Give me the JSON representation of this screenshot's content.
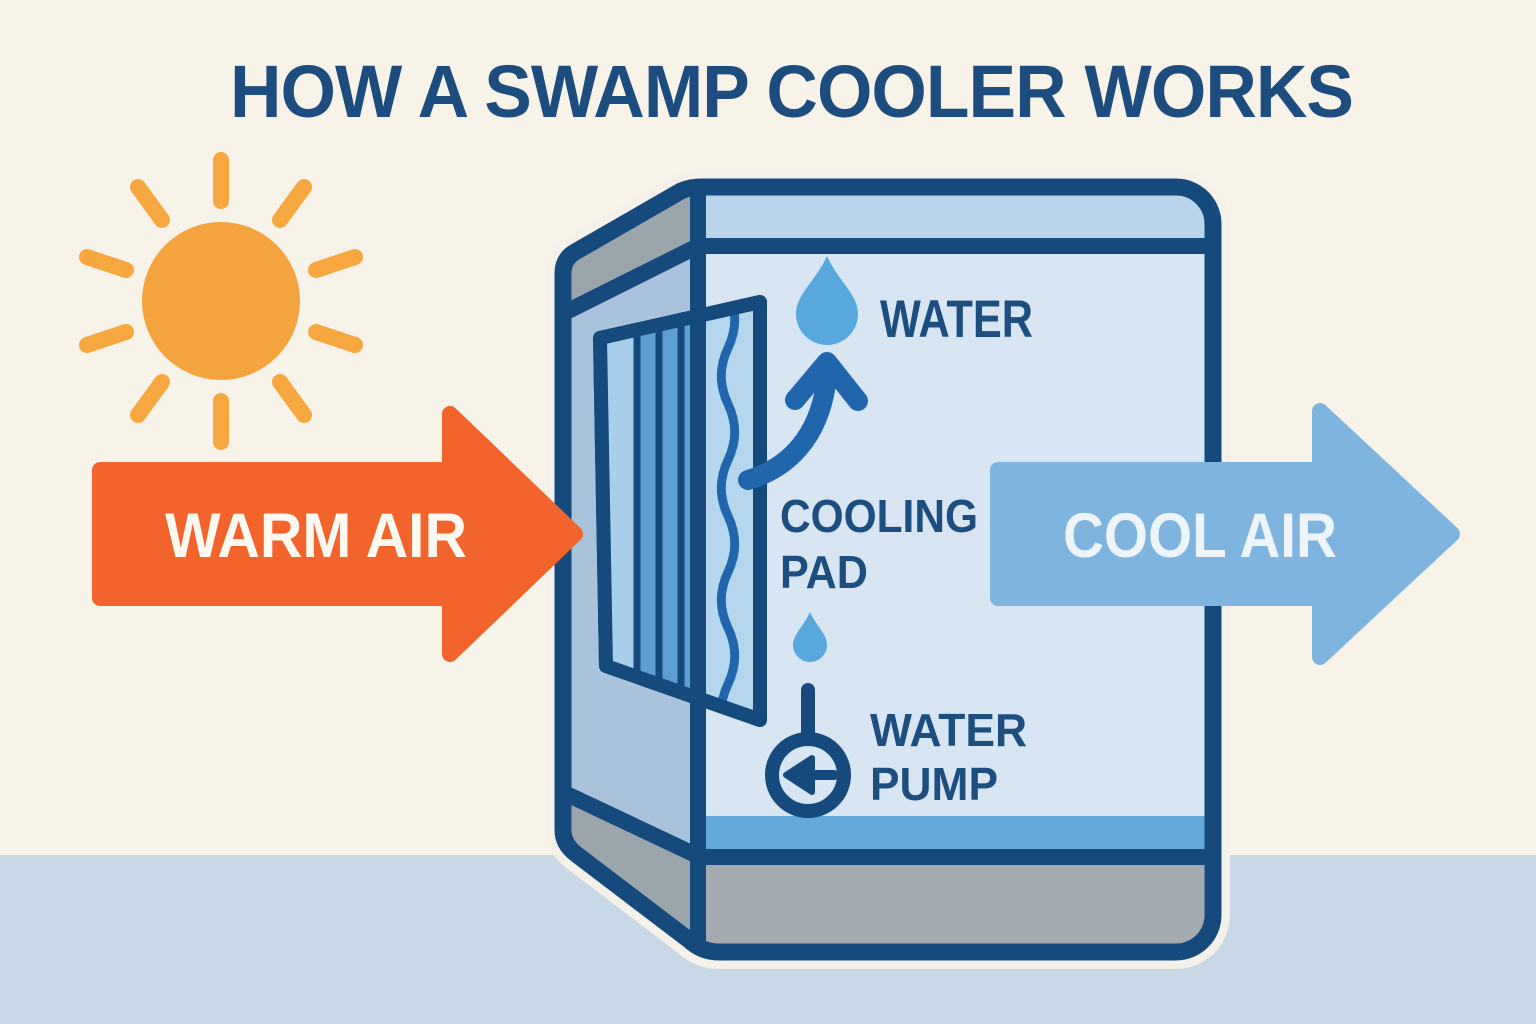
{
  "title": "HOW A SWAMP COOLER WORKS",
  "labels": {
    "warm_air": "WARM AIR",
    "cool_air": "COOL AIR",
    "water": "WATER",
    "cooling_pad_line1": "COOLING",
    "cooling_pad_line2": "PAD",
    "water_pump_line1": "WATER",
    "water_pump_line2": "PUMP"
  },
  "icons": {
    "sun": "sun-icon",
    "warm_arrow": "warm-air-arrow",
    "cool_arrow": "cool-air-arrow",
    "big_droplet": "water-droplet-icon",
    "small_droplet": "small-water-droplet-icon",
    "up_arrow": "evaporation-up-arrow-icon",
    "pump": "water-pump-icon",
    "cooling_pad": "cooling-pad-panel"
  },
  "colors": {
    "background_top": "#f8f3e8",
    "floor": "#c8d8e6",
    "title_navy": "#1d4d7f",
    "outline_navy": "#174a7c",
    "label_navy": "#1c4e80",
    "sun_orange": "#f5a33e",
    "sun_ray_orange": "#f6a73f",
    "warm_arrow_orange": "#f2642c",
    "warm_arrow_text": "#fdf8f0",
    "cool_arrow_blue": "#7fb4de",
    "cool_arrow_text": "#edf4fa",
    "box_front": "#d7e6f2",
    "box_top_band": "#b9d4e8",
    "box_side": "#a9c4da",
    "box_base_gray": "#a3abb1",
    "water_blue": "#58a8dd",
    "pad_stripe_medium": "#5e9fd3",
    "pad_stripe_light": "#a9cee9",
    "pad_wavy_bg": "#b5d6ec",
    "flow_blue": "#2166ac"
  }
}
